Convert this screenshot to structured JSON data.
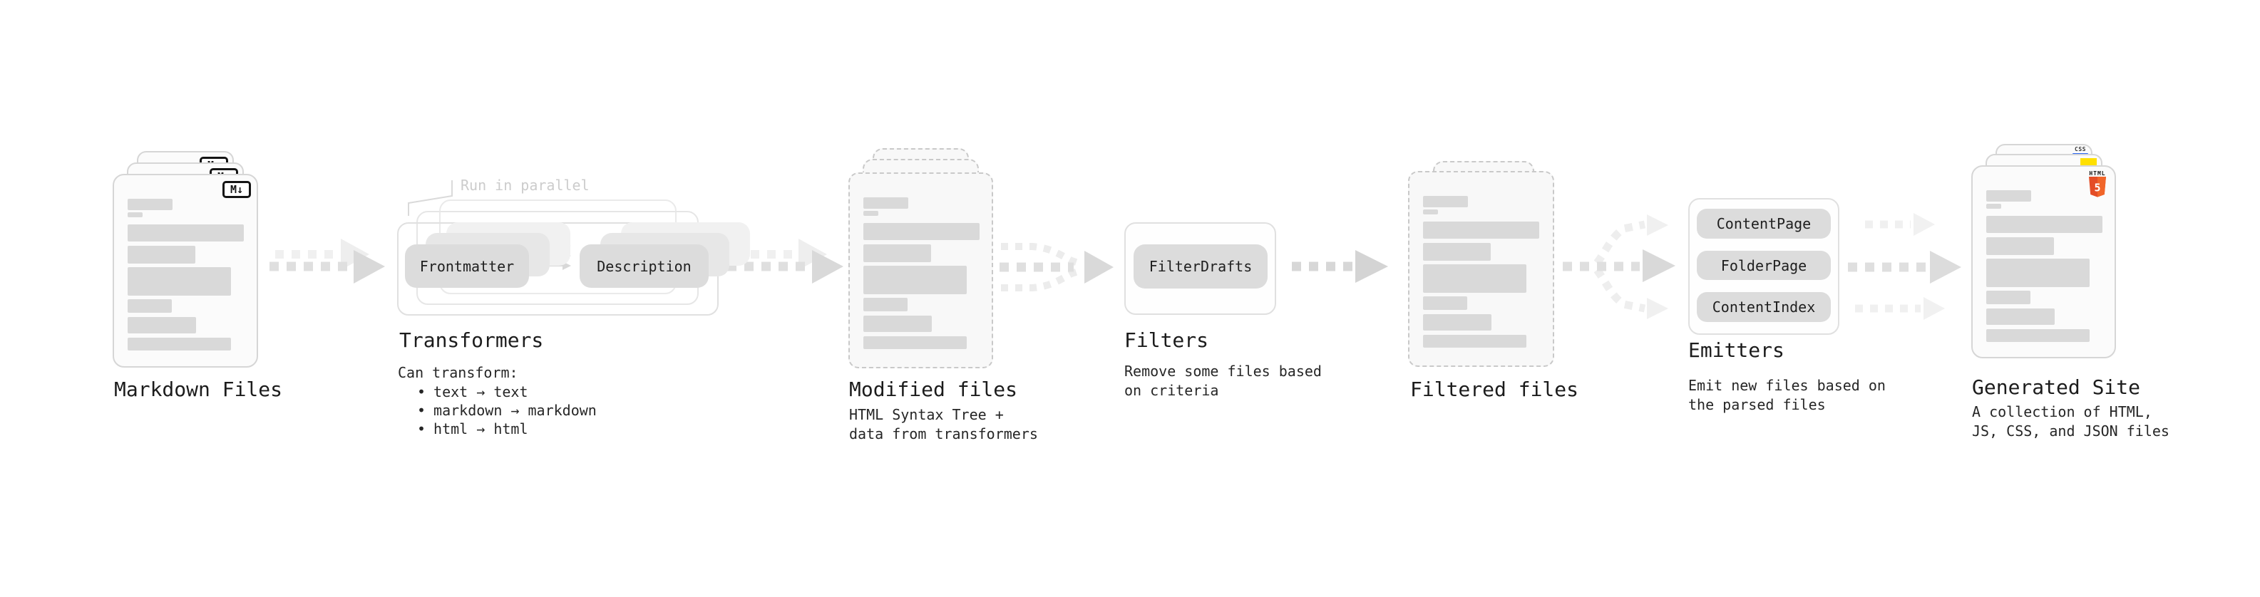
{
  "nodes": {
    "markdown_files": {
      "label": "Markdown Files",
      "badge": "M↓"
    },
    "transformers": {
      "label": "Transformers",
      "annotation": "Run in parallel",
      "pill_left": "Frontmatter",
      "pill_right": "Description",
      "description_title": "Can transform:",
      "bullet_char": "•",
      "bullets": [
        "text → text",
        "markdown → markdown",
        "html → html"
      ]
    },
    "modified_files": {
      "label": "Modified files",
      "description": [
        "HTML Syntax Tree +",
        "data from transformers"
      ]
    },
    "filters": {
      "label": "Filters",
      "pill": "FilterDrafts",
      "description": [
        "Remove some files based",
        "on criteria"
      ]
    },
    "filtered_files": {
      "label": "Filtered files"
    },
    "emitters": {
      "label": "Emitters",
      "pills": [
        "ContentPage",
        "FolderPage",
        "ContentIndex"
      ],
      "description": [
        "Emit new files based on",
        "the parsed files"
      ]
    },
    "generated_site": {
      "label": "Generated Site",
      "description": [
        "A collection of HTML,",
        "JS, CSS, and JSON files"
      ],
      "badges": {
        "css_label": "CSS",
        "html_label": "HTML",
        "html_number": "5"
      }
    }
  },
  "colors": {
    "html5_orange": "#e44d26",
    "html5_orange_light": "#f16529",
    "js_yellow": "#ffe000",
    "css_blue": "#2965f1",
    "skeleton_gray": "#d9d9d9",
    "card_border": "#d6d6d6",
    "dashed_border": "#c9c9c9",
    "arrow_gray": "#dfdfdf",
    "arrow_ghost_gray": "#f0f0f0",
    "annotation_gray": "#cccccc",
    "text_dark": "#1f1f1f"
  }
}
